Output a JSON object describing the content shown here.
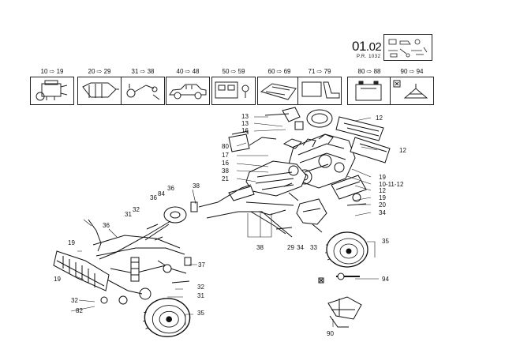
{
  "header": {
    "code_main": "01",
    "code_sub": ".02",
    "subcode": "P.R. 1032"
  },
  "categories": [
    {
      "label": "10 ⇨ 19",
      "icon": "engine-icon"
    },
    {
      "label": "20 ⇨ 29",
      "icon": "gearbox-icon"
    },
    {
      "label": "31 ⇨ 38",
      "icon": "steering-suspension-icon"
    },
    {
      "label": "40 ⇨ 48",
      "icon": "car-body-icon"
    },
    {
      "label": "50 ⇨ 59",
      "icon": "electrical-icon"
    },
    {
      "label": "60 ⇨ 69",
      "icon": "body-panels-icon"
    },
    {
      "label": "71 ⇨ 79",
      "icon": "interior-seat-icon"
    },
    {
      "label": "80 ⇨ 88",
      "icon": "battery-icon"
    },
    {
      "label": "90 ⇨ 94",
      "icon": "jack-tools-icon"
    }
  ],
  "callouts": {
    "c13a": "13",
    "c13b": "13",
    "c16": "16",
    "c80": "80",
    "c17": "17",
    "c16b": "16",
    "c38a": "38",
    "c21": "21",
    "c12a": "12",
    "c12b": "12",
    "c19a": "19",
    "c101112": "10-11-12",
    "c12c": "12",
    "c19b": "19",
    "c20": "20",
    "c34a": "34",
    "c38b": "38",
    "c36a": "36",
    "c36b": "36",
    "c84": "84",
    "c32a": "32",
    "c31a": "31",
    "c36c": "36",
    "c38c": "38",
    "c19c": "19",
    "c19d": "19",
    "c37": "37",
    "c29": "29",
    "c34b": "34",
    "c33": "33",
    "c35a": "35",
    "c94": "94",
    "c32b": "32",
    "c31b": "31",
    "c32c": "32",
    "c82": "82",
    "c35b": "35",
    "c90": "90"
  }
}
